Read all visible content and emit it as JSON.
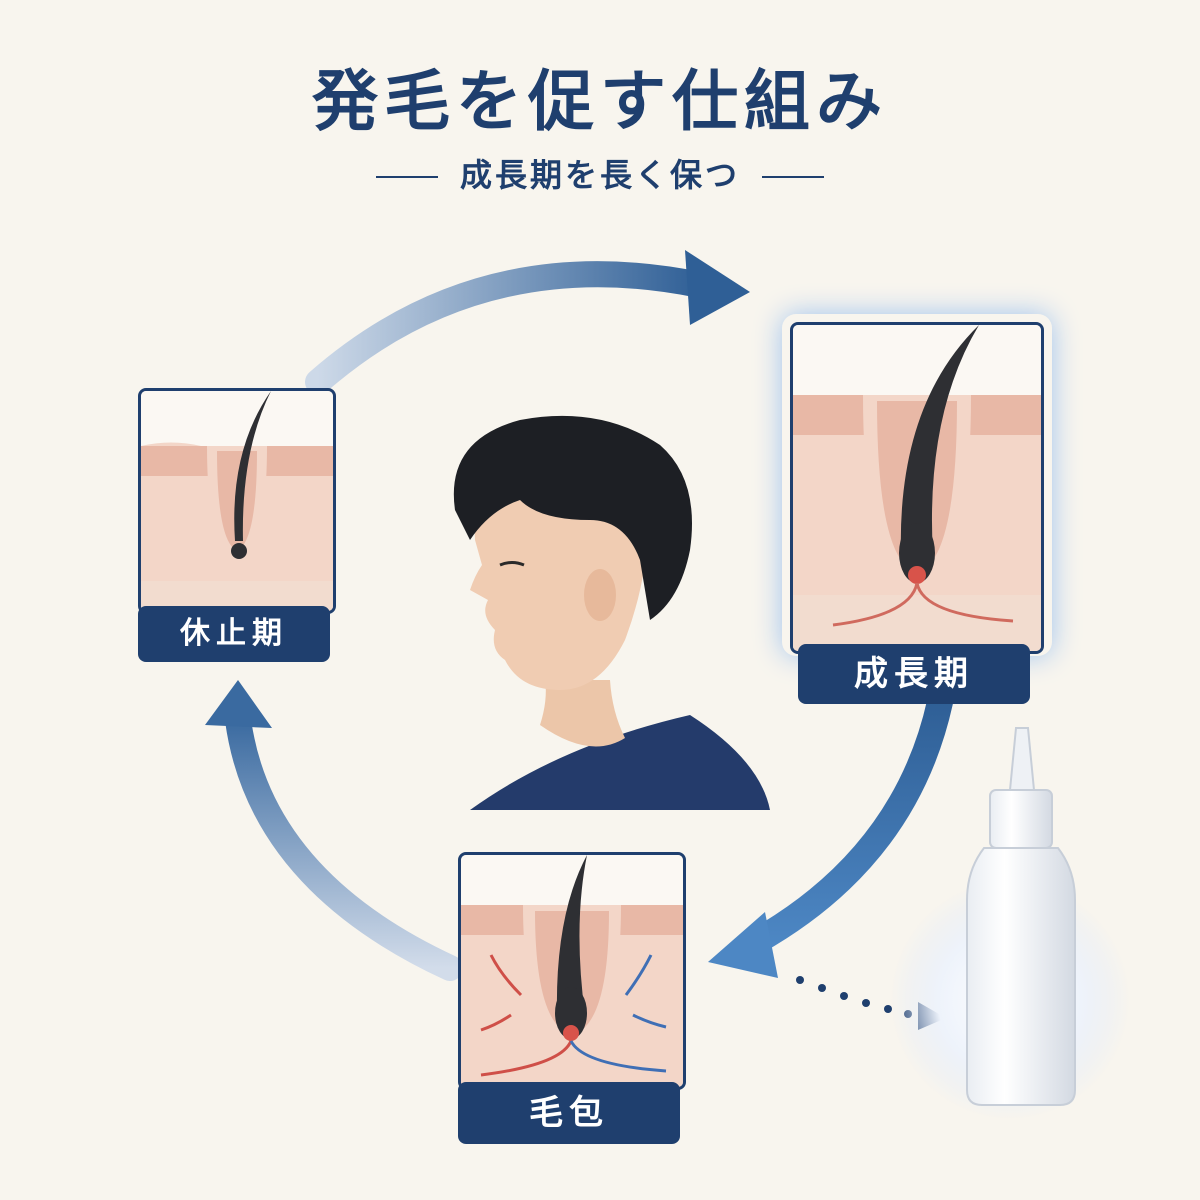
{
  "title": "発毛を促す仕組み",
  "subtitle": "成長期を長く保つ",
  "stages": {
    "resting": "休止期",
    "growth": "成長期",
    "follicle": "毛包"
  },
  "colors": {
    "navy": "#1f3f6e",
    "arrow_blue": "#2f5f96",
    "skin": "#f3d6c8",
    "background": "#f8f5ee"
  },
  "icons": [
    "cycle-arrow-icon",
    "hair-strand-icon",
    "dotted-arrow-icon",
    "bottle-icon",
    "head-profile-icon"
  ]
}
